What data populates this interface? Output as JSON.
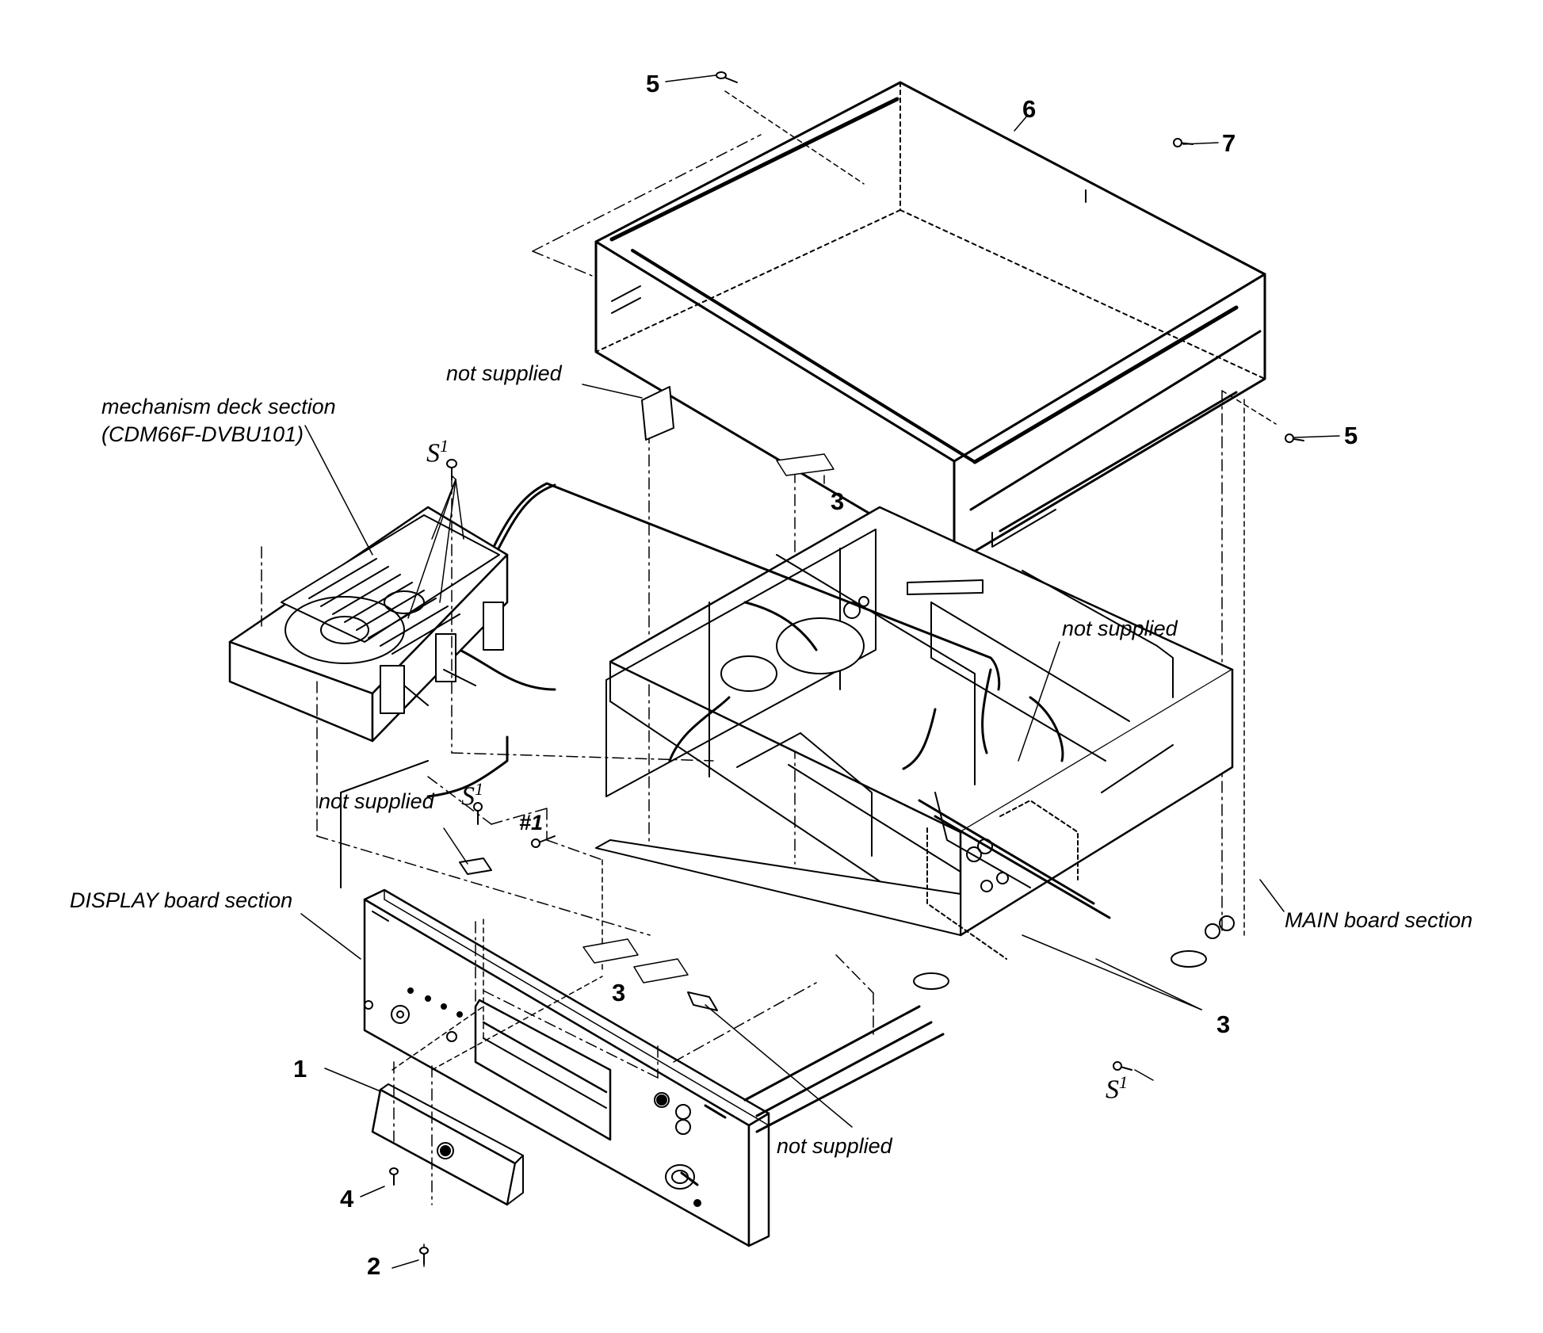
{
  "labels": {
    "mechanism_deck": "mechanism deck section",
    "mechanism_model": "(CDM66F-DVBU101)",
    "display_board": "DISPLAY board section",
    "main_board": "MAIN board section",
    "not_supplied": "not supplied",
    "hash_one": "#1",
    "s1": "S1"
  },
  "callouts": {
    "n1": "1",
    "n2": "2",
    "n3": "3",
    "n4": "4",
    "n5": "5",
    "n6": "6",
    "n7": "7"
  },
  "colors": {
    "ink": "#000000",
    "paper": "#ffffff"
  }
}
